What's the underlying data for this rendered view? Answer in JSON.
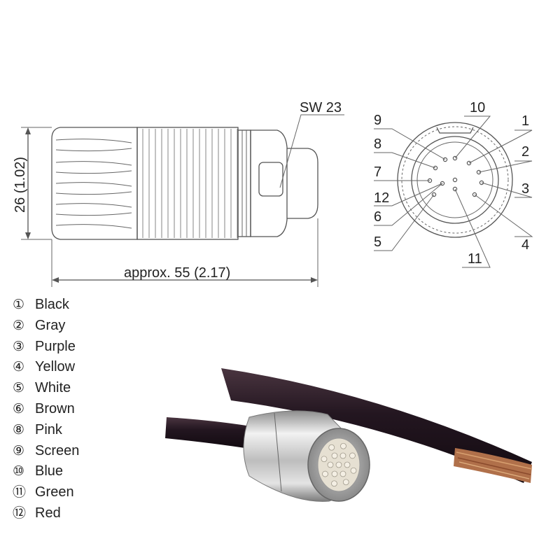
{
  "drawing": {
    "wrench_size": "SW 23",
    "height_dim": "26 (1.02)",
    "length_dim": "approx. 55 (2.17)"
  },
  "pin_labels": {
    "p1": "1",
    "p2": "2",
    "p3": "3",
    "p4": "4",
    "p5": "5",
    "p6": "6",
    "p7": "7",
    "p8": "8",
    "p9": "9",
    "p10": "10",
    "p11": "11",
    "p12": "12"
  },
  "legend": [
    {
      "num": "①",
      "color": "Black"
    },
    {
      "num": "②",
      "color": "Gray"
    },
    {
      "num": "③",
      "color": "Purple"
    },
    {
      "num": "④",
      "color": "Yellow"
    },
    {
      "num": "⑤",
      "color": "White"
    },
    {
      "num": "⑥",
      "color": "Brown"
    },
    {
      "num": "⑧",
      "color": "Pink"
    },
    {
      "num": "⑨",
      "color": "Screen"
    },
    {
      "num": "⑩",
      "color": "Blue"
    },
    {
      "num": "⑪",
      "color": "Green"
    },
    {
      "num": "⑫",
      "color": "Red"
    }
  ],
  "colors": {
    "line": "#555555",
    "cable": "#2a1a24",
    "metal": "#c8c8c8",
    "copper": "#b0704a"
  }
}
